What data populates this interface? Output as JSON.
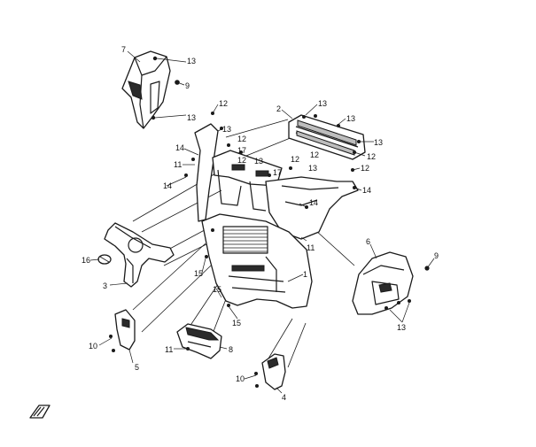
{
  "colors": {
    "line": "#1a1a1a",
    "background": "#ffffff",
    "shade": "#2b2b2b"
  },
  "icons": {
    "logo": "sim-logo-icon"
  },
  "callouts": {
    "c1": "1",
    "c2": "2",
    "c3": "3",
    "c4": "4",
    "c5": "5",
    "c6": "6",
    "c7": "7",
    "c8": "8",
    "c9": "9",
    "c10": "10",
    "c11": "11",
    "c12": "12",
    "c13": "13",
    "c14": "14",
    "c15": "15",
    "c16": "16",
    "c17": "17"
  }
}
